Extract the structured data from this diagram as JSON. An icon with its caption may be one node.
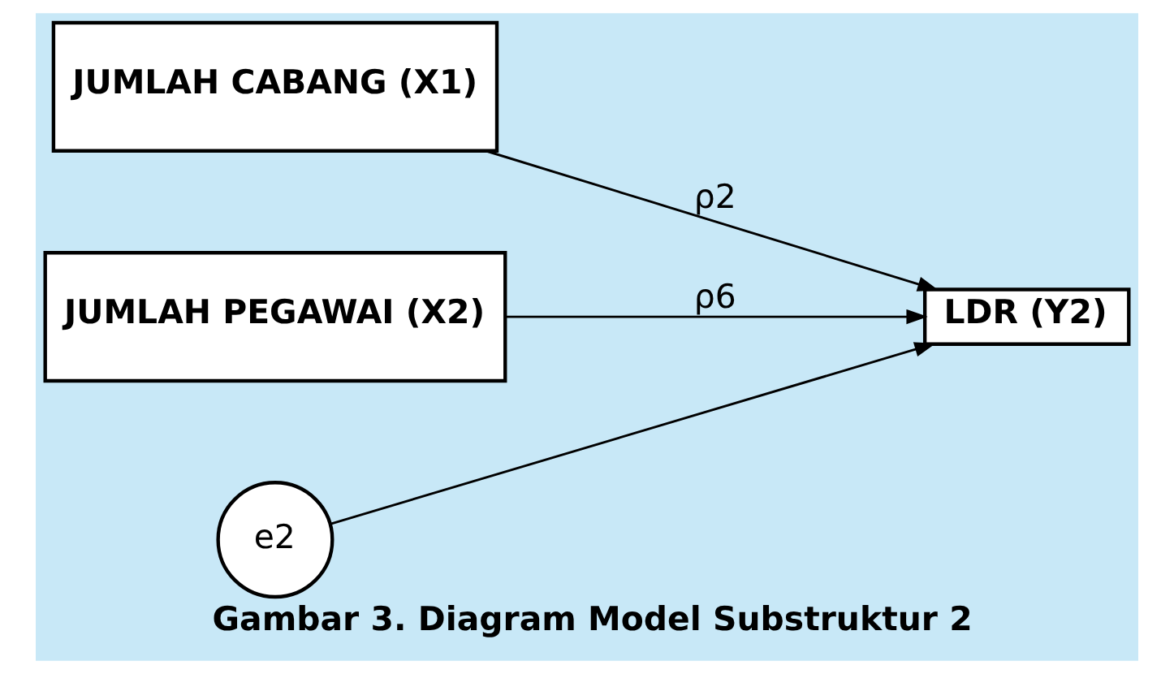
{
  "diagram": {
    "caption": "Gambar 3. Diagram Model Substruktur 2",
    "nodes": [
      {
        "text": [
          "JUMLAH CABANG (X1)"
        ]
      },
      {
        "text": [
          "JUMLAH PEGAWAI (X2)"
        ]
      },
      {
        "text": [
          "e2"
        ]
      },
      {
        "text": [
          "LDR (Y2)"
        ]
      }
    ],
    "edges": [
      {
        "from": 0,
        "to": 3,
        "arrow": "to",
        "label": "ρ2"
      },
      {
        "from": 1,
        "to": 3,
        "arrow": "to",
        "label": "ρ6"
      },
      {
        "from": 2,
        "to": 3,
        "arrow": "to"
      }
    ]
  }
}
